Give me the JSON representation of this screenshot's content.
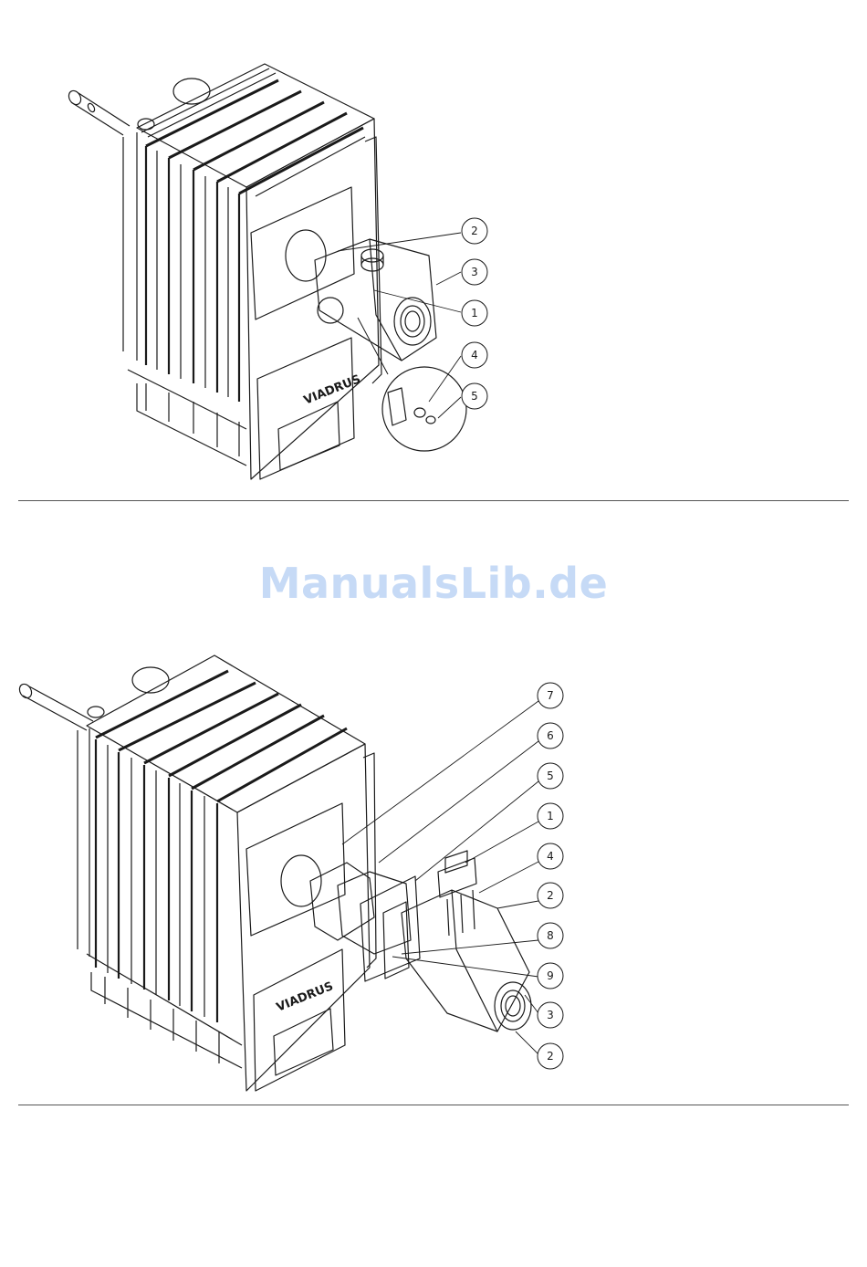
{
  "figure_top": {
    "brand_label": "VIADRUS",
    "callouts": [
      "2",
      "3",
      "1",
      "4",
      "5"
    ]
  },
  "figure_bottom": {
    "brand_label": "VIADRUS",
    "callouts": [
      "7",
      "6",
      "5",
      "1",
      "4",
      "2",
      "8",
      "9",
      "3",
      "2"
    ]
  },
  "watermark": "ManualsLib.de",
  "colors": {
    "ink": "#1a1a1a",
    "rule": "#555555",
    "watermark": "#c6daf6"
  }
}
